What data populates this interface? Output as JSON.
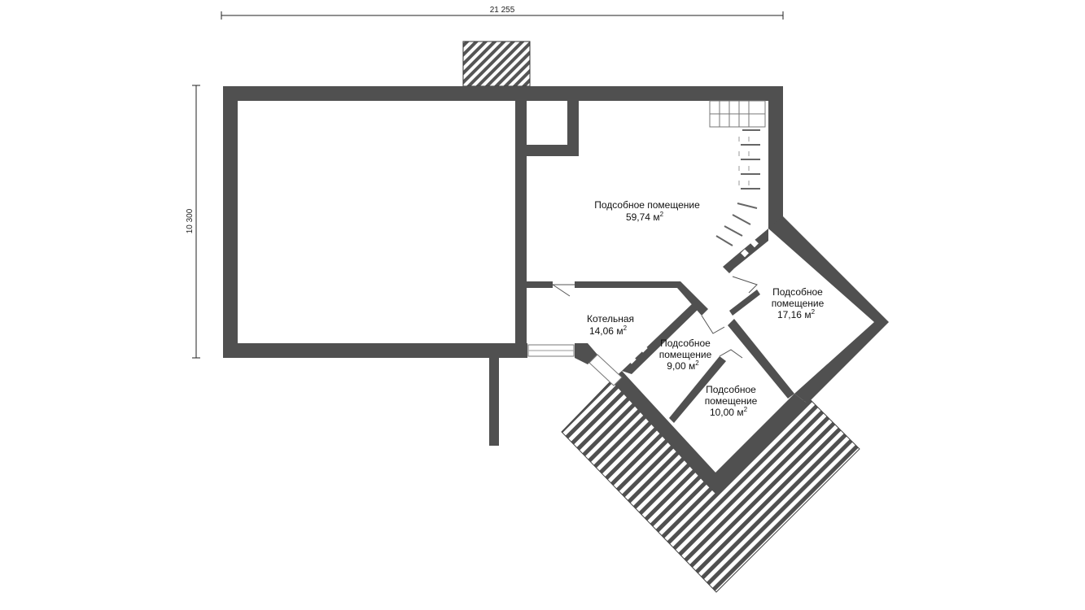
{
  "dimensions": {
    "width": "21 255",
    "height": "10 300"
  },
  "rooms": [
    {
      "name": "Подсобное помещение",
      "name2": "",
      "area": "59,74 м"
    },
    {
      "name": "Подсобное",
      "name2": "помещение",
      "area": "17,16 м"
    },
    {
      "name": "Котельная",
      "name2": "",
      "area": "14,06 м"
    },
    {
      "name": "Подсобное",
      "name2": "помещение",
      "area": "9,00 м"
    },
    {
      "name": "Подсобное",
      "name2": "помещение",
      "area": "10,00 м"
    }
  ],
  "area_unit_power": "2"
}
